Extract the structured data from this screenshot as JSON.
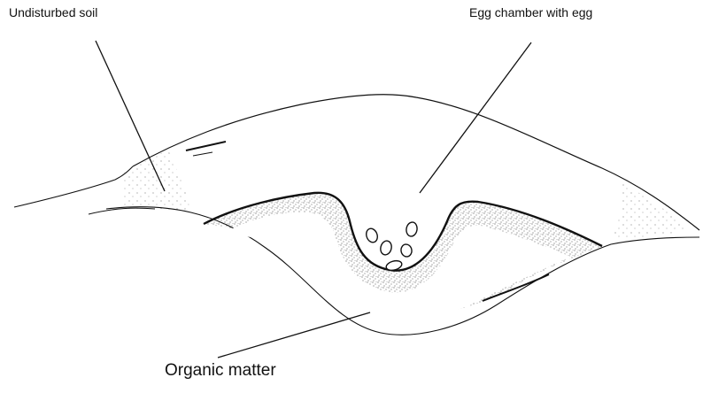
{
  "labels": {
    "undisturbed_soil": "Undisturbed soil",
    "egg_chamber": "Egg chamber with egg",
    "organic_matter": "Organic matter"
  },
  "colors": {
    "ink": "#111111",
    "background": "#ffffff"
  }
}
